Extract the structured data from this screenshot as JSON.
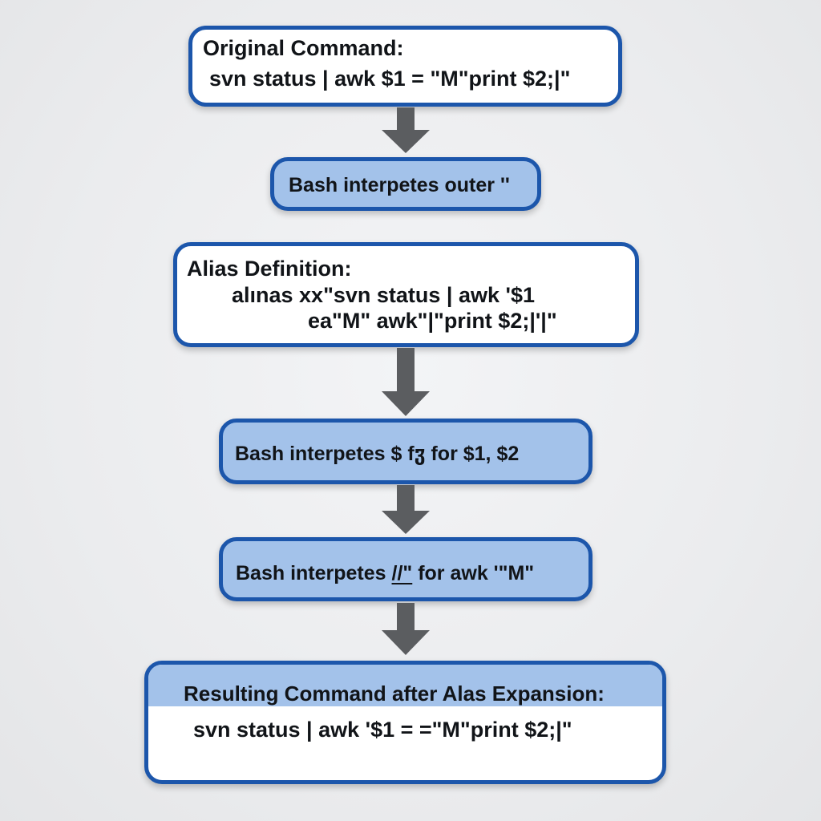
{
  "diagram": {
    "steps": [
      {
        "title": "Original Command:",
        "command": "svn status | awk $1 = \"M\"print $2;|\""
      },
      {
        "label": "Bash interpetes outer ''"
      },
      {
        "title": "Alias Definition:",
        "line1": "alınas xx\"svn status | awk '$1",
        "line2": "ea\"M\" awk\"|\"print $2;|'|\""
      },
      {
        "label": "Bash interpetes $ fჳ for $1, $2"
      },
      {
        "label_before": "Bash interpetes ",
        "label_underlined": "//\"",
        "label_after": " for awk '\"M\""
      },
      {
        "title": "Resulting Command after Alas Expansion:",
        "command": "svn status | awk '$1 = =\"M\"print $2;|\""
      }
    ]
  },
  "colors": {
    "border": "#1c56ab",
    "fill_blue": "#a3c2ea",
    "fill_white": "#ffffff",
    "arrow": "#5b5d60",
    "background": "#ebecee"
  },
  "icons": [
    "down-arrow-icon"
  ]
}
